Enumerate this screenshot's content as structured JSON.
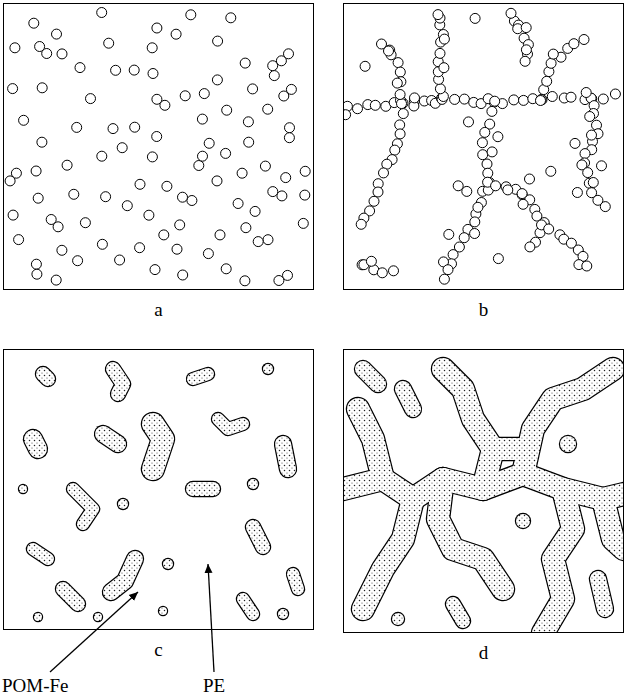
{
  "diagram": {
    "nodes": [
      {
        "text": [
          "a"
        ]
      },
      {
        "text": [
          "b"
        ]
      },
      {
        "text": [
          "c"
        ]
      },
      {
        "text": [
          "d"
        ]
      }
    ],
    "labels": [
      "POM-Fe",
      "PE"
    ]
  }
}
